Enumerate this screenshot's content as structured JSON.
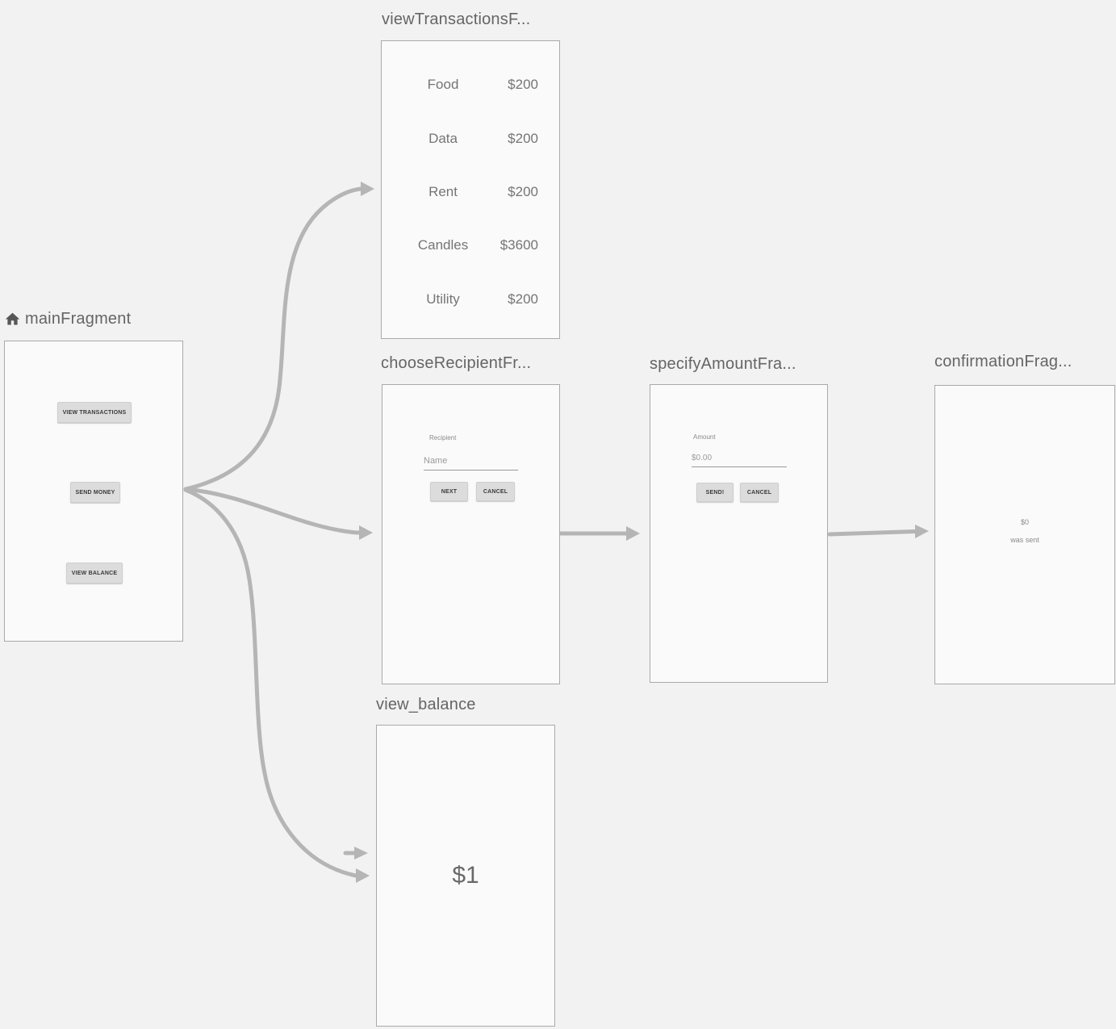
{
  "colors": {
    "canvas_bg": "#f2f2f2",
    "card_bg": "#fafafa",
    "card_border": "#a9a9a9",
    "arrow": "#b5b5b5",
    "title_text": "#656565",
    "preview_text": "#757575",
    "button_bg": "#dcdcdc",
    "button_text": "#3a3a3a"
  },
  "fragments": {
    "main": {
      "title": "mainFragment",
      "icon": "home",
      "buttons": [
        "VIEW TRANSACTIONS",
        "SEND MONEY",
        "VIEW BALANCE"
      ]
    },
    "view_transactions": {
      "title": "viewTransactionsF...",
      "rows": [
        {
          "label": "Food",
          "amount": "$200"
        },
        {
          "label": "Data",
          "amount": "$200"
        },
        {
          "label": "Rent",
          "amount": "$200"
        },
        {
          "label": "Candles",
          "amount": "$3600"
        },
        {
          "label": "Utility",
          "amount": "$200"
        }
      ]
    },
    "choose_recipient": {
      "title": "chooseRecipientFr...",
      "field_label": "Recipient",
      "input_placeholder": "Name",
      "buttons": [
        "NEXT",
        "CANCEL"
      ]
    },
    "specify_amount": {
      "title": "specifyAmountFra...",
      "field_label": "Amount",
      "input_placeholder": "$0.00",
      "buttons": [
        "SEND!",
        "CANCEL"
      ]
    },
    "confirmation": {
      "title": "confirmationFrag...",
      "amount": "$0",
      "message": "was sent"
    },
    "view_balance": {
      "title": "view_balance",
      "balance": "$1"
    }
  }
}
